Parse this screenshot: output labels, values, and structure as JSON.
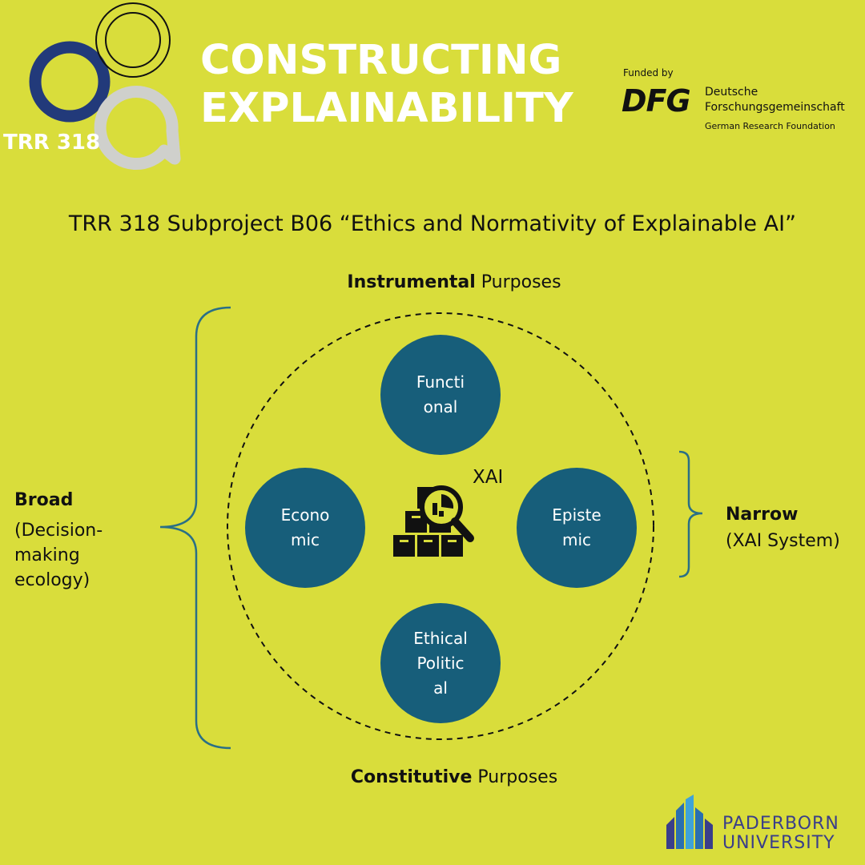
{
  "header": {
    "badge": "TRR 318",
    "title_line1": "CONSTRUCTING",
    "title_line2": "EXPLAINABILITY",
    "funder": {
      "funded_by": "Funded by",
      "mark": "DFG",
      "line1": "Deutsche",
      "line2": "Forschungsgemeinschaft",
      "line3": "German Research Foundation"
    }
  },
  "subtitle": "TRR 318 Subproject B06 “Ethics and Normativity of Explainable AI”",
  "diagram": {
    "top": {
      "bold": "Instrumental",
      "rest": " Purposes"
    },
    "bottom": {
      "bold": "Constitutive",
      "rest": " Purposes"
    },
    "broad": {
      "title": "Broad",
      "desc": "(Decision-making ecology)"
    },
    "narrow": {
      "title": "Narrow",
      "desc": "(XAI System)"
    },
    "center_label": "XAI",
    "center_icon": "data-analysis-icon",
    "nodes": {
      "functional": "Functi\nonal",
      "economic": "Econo\nmic",
      "epistemic": "Episte\nmic",
      "ethical": "Ethical\nPolitic\nal"
    }
  },
  "footer": {
    "university_line1": "PADERBORN",
    "university_line2": "UNIVERSITY"
  },
  "colors": {
    "background": "#d9dd3b",
    "node_fill": "#175e7a",
    "bracket": "#2a6f86",
    "logo_navy": "#223a7a",
    "logo_grey": "#cfd0cc",
    "university": "#3a3e8a"
  }
}
